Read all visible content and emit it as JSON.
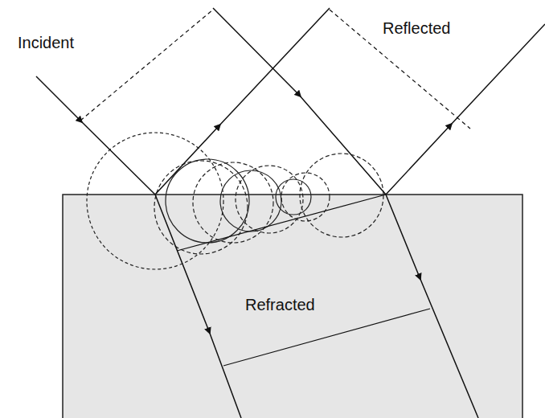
{
  "diagram": {
    "labels": [
      "Incident",
      "Reflected",
      "Refracted"
    ]
  }
}
